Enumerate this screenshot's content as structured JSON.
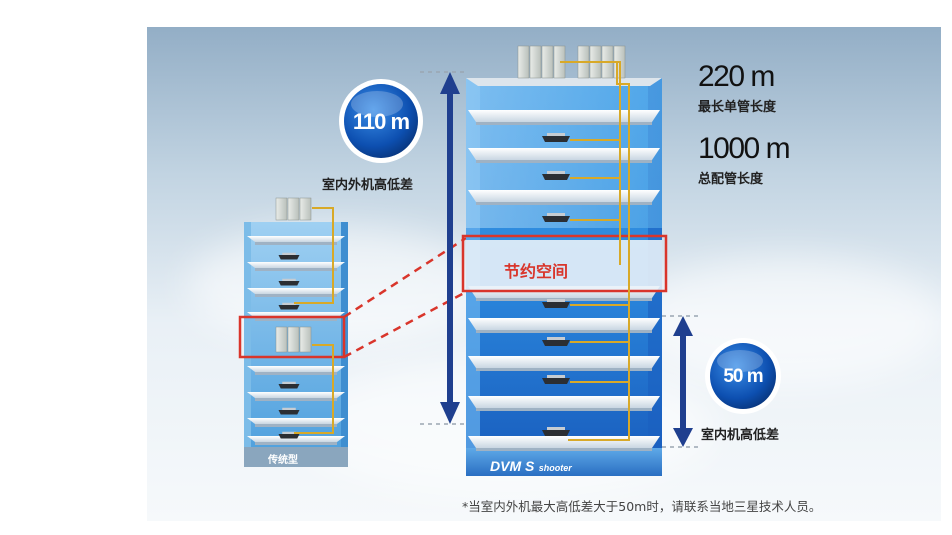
{
  "stats": {
    "max_single_pipe_value": "220 m",
    "max_single_pipe_label": "最长单管长度",
    "total_pipe_value": "1000 m",
    "total_pipe_label": "总配管长度"
  },
  "height_diff_outdoor": {
    "badge": "110 m",
    "label": "室内外机高低差"
  },
  "height_diff_indoor": {
    "badge": "50 m",
    "label": "室内机高低差"
  },
  "space_saving_label": "节约空间",
  "traditional_label": "传统型",
  "dvm_label_main": "DVM S",
  "dvm_label_sub": "shooter",
  "footnote": "*当室内外机最大高低差大于50m时，请联系当地三星技术人员。",
  "colors": {
    "building_blue": "#2e8fe0",
    "accent_red": "#d9352b",
    "pipe_gold": "#d8a928",
    "arrow_navy": "#1f3f8f"
  }
}
